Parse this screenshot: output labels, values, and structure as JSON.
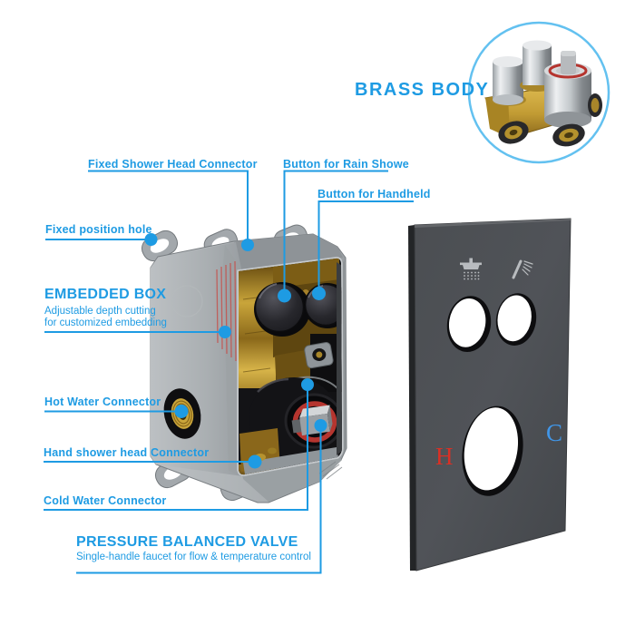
{
  "inset": {
    "label": "BRASS BODY"
  },
  "callouts": {
    "fixed_shower_head": {
      "label": "Fixed Shower Head Connector"
    },
    "rain_button": {
      "label": "Button for Rain Showe"
    },
    "handheld_button": {
      "label": "Button for Handheld"
    },
    "fixed_position_hole": {
      "label": "Fixed position hole"
    },
    "embedded_box": {
      "label": "EMBEDDED BOX",
      "sub1": "Adjustable depth cutting",
      "sub2": "for customized embedding"
    },
    "hot_water": {
      "label": "Hot Water Connector"
    },
    "hand_shower": {
      "label": "Hand shower head Connector"
    },
    "cold_water": {
      "label": "Cold Water Connector"
    },
    "pressure_valve": {
      "label": "PRESSURE BALANCED VALVE",
      "sub": "Single-handle faucet for flow & temperature control"
    }
  },
  "faceplate": {
    "hot_letter": "H",
    "cold_letter": "C",
    "icons": {
      "left": "rain-shower-icon",
      "right": "hand-shower-icon"
    }
  },
  "colors": {
    "label_blue": "#1E9BE3",
    "inset_circle_blue": "#63C1F0",
    "hot_red": "#D93025",
    "cold_blue": "#4096E8",
    "plate_gray": "#4B4E52",
    "box_gray": "#A7ACAF",
    "brass": "#C9A53A",
    "depth_line_red": "#C4524E"
  }
}
